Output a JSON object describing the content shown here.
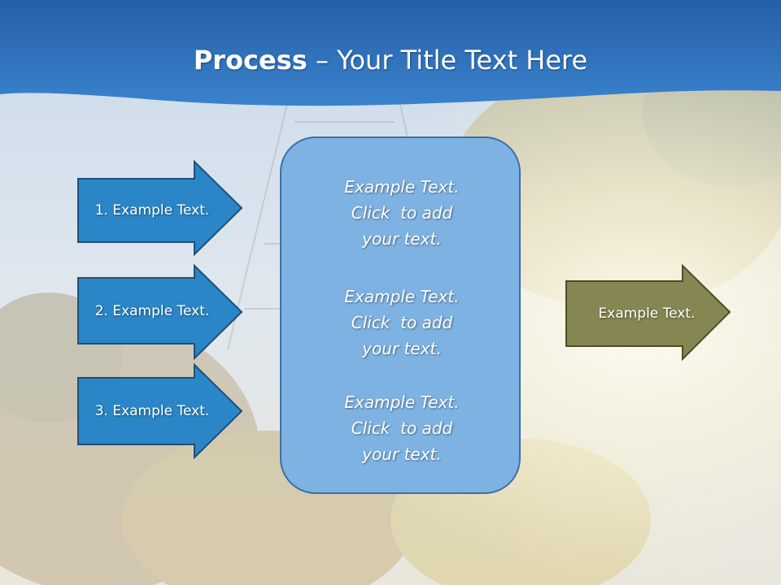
{
  "title": {
    "bold": "Process",
    "rest": " – Your Title Text Here"
  },
  "colors": {
    "title_band": "#2d6fb6",
    "input_arrow_fill": "#2a86c6",
    "input_arrow_stroke": "#1f4e79",
    "center_box_fill": "#7eb2e2",
    "center_box_stroke": "#3d6fa6",
    "output_arrow_fill": "#868652",
    "output_arrow_stroke": "#4d4d26"
  },
  "input_steps": [
    {
      "label": "1. Example Text."
    },
    {
      "label": "2. Example Text."
    },
    {
      "label": "3. Example Text."
    }
  ],
  "center_blocks": [
    {
      "lines": [
        "Example Text.",
        "Click  to add",
        "your text."
      ]
    },
    {
      "lines": [
        "Example Text.",
        "Click  to add",
        "your text."
      ]
    },
    {
      "lines": [
        "Example Text.",
        "Click  to add",
        "your text."
      ]
    }
  ],
  "output_step": {
    "label": "Example Text."
  }
}
